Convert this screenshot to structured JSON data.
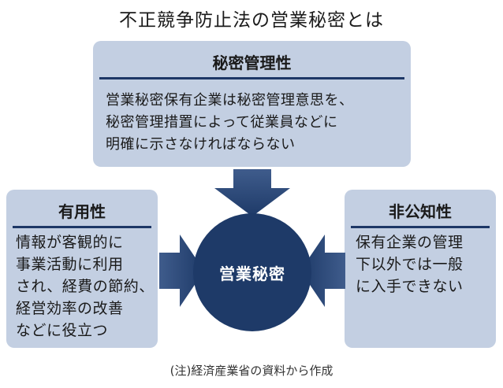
{
  "title": "不正競争防止法の営業秘密とは",
  "top": {
    "heading": "秘密管理性",
    "body": "営業秘密保有企業は秘密管理意思を、\n秘密管理措置によって従業員などに\n明確に示さなければならない"
  },
  "left": {
    "heading": "有用性",
    "body": "情報が客観的に\n事業活動に利用\nされ、経費の節約、\n経営効率の改善\nなどに役立つ"
  },
  "right": {
    "heading": "非公知性",
    "body": "保有企業の管理\n下以外では一般\nに入手できない"
  },
  "center": {
    "label": "営業秘密"
  },
  "note": "(注)経済産業省の資料から作成",
  "colors": {
    "box": "#c3cfe2",
    "dark": "#1e3a68"
  }
}
